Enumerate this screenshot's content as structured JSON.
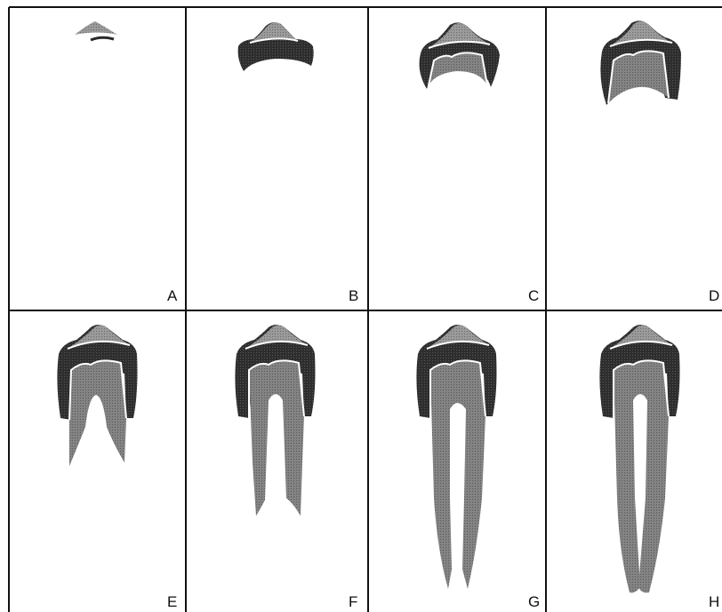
{
  "figure": {
    "panels": [
      {
        "label": "A"
      },
      {
        "label": "B"
      },
      {
        "label": "C"
      },
      {
        "label": "D"
      },
      {
        "label": "E"
      },
      {
        "label": "F"
      },
      {
        "label": "G"
      },
      {
        "label": "H"
      }
    ]
  },
  "colors": {
    "background": "#ffffff",
    "grid_line": "#111111",
    "enamel": "#8e8e8e",
    "dentin": "#2a2a2a",
    "pulp_root": "#7a7a7a",
    "boundary_line": "#ffffff"
  }
}
